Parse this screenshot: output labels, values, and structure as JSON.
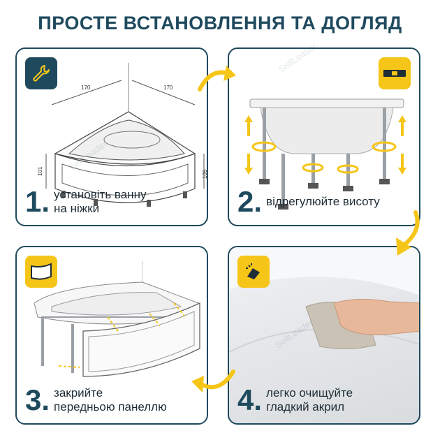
{
  "title": "ПРОСТЕ ВСТАНОВЛЕННЯ ТА ДОГЛЯД",
  "colors": {
    "accent": "#f5c518",
    "brand": "#1f4a5e"
  },
  "steps": [
    {
      "num": "1.",
      "line1": "установіть ванну",
      "line2": "на ніжки",
      "icon": "wrench-icon"
    },
    {
      "num": "2.",
      "line1": "відрегулюйте висоту",
      "line2": "",
      "icon": "level-icon"
    },
    {
      "num": "3.",
      "line1": "закрийте",
      "line2": "передньою панеллю",
      "icon": "panel-icon"
    },
    {
      "num": "4.",
      "line1": "легко очищуйте",
      "line2": "гладкий акрил",
      "icon": "cleaning-icon"
    }
  ],
  "dimensions": {
    "side_a": "170",
    "side_b": "170",
    "height_left": "101",
    "height_right": "105"
  },
  "watermark": "SellLeader"
}
